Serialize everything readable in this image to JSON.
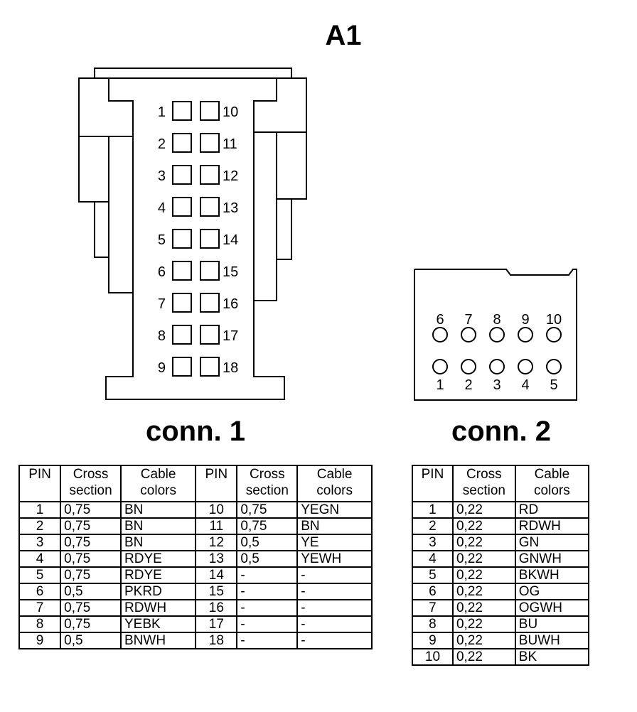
{
  "title": "A1",
  "conn1": {
    "title": "conn. 1",
    "pins_left": [
      "1",
      "2",
      "3",
      "4",
      "5",
      "6",
      "7",
      "8",
      "9"
    ],
    "pins_right": [
      "10",
      "11",
      "12",
      "13",
      "14",
      "15",
      "16",
      "17",
      "18"
    ],
    "table": {
      "headers": [
        [
          "PIN"
        ],
        [
          "Cross",
          "section"
        ],
        [
          "Cable",
          "colors"
        ],
        [
          "PIN"
        ],
        [
          "Cross",
          "section"
        ],
        [
          "Cable",
          "colors"
        ]
      ],
      "rows": [
        [
          "1",
          "0,75",
          "BN",
          "10",
          "0,75",
          "YEGN"
        ],
        [
          "2",
          "0,75",
          "BN",
          "11",
          "0,75",
          "BN"
        ],
        [
          "3",
          "0,75",
          "BN",
          "12",
          "0,5",
          "YE"
        ],
        [
          "4",
          "0,75",
          "RDYE",
          "13",
          "0,5",
          "YEWH"
        ],
        [
          "5",
          "0,75",
          "RDYE",
          "14",
          "-",
          "-"
        ],
        [
          "6",
          "0,5",
          "PKRD",
          "15",
          "-",
          "-"
        ],
        [
          "7",
          "0,75",
          "RDWH",
          "16",
          "-",
          "-"
        ],
        [
          "8",
          "0,75",
          "YEBK",
          "17",
          "-",
          "-"
        ],
        [
          "9",
          "0,5",
          "BNWH",
          "18",
          "-",
          "-"
        ]
      ]
    }
  },
  "conn2": {
    "title": "conn. 2",
    "pins_top": [
      "6",
      "7",
      "8",
      "9",
      "10"
    ],
    "pins_bottom": [
      "1",
      "2",
      "3",
      "4",
      "5"
    ],
    "table": {
      "headers": [
        [
          "PIN"
        ],
        [
          "Cross",
          "section"
        ],
        [
          "Cable",
          "colors"
        ]
      ],
      "rows": [
        [
          "1",
          "0,22",
          "RD"
        ],
        [
          "2",
          "0,22",
          "RDWH"
        ],
        [
          "3",
          "0,22",
          "GN"
        ],
        [
          "4",
          "0,22",
          "GNWH"
        ],
        [
          "5",
          "0,22",
          "BKWH"
        ],
        [
          "6",
          "0,22",
          "OG"
        ],
        [
          "7",
          "0,22",
          "OGWH"
        ],
        [
          "8",
          "0,22",
          "BU"
        ],
        [
          "9",
          "0,22",
          "BUWH"
        ],
        [
          "10",
          "0,22",
          "BK"
        ]
      ]
    }
  }
}
